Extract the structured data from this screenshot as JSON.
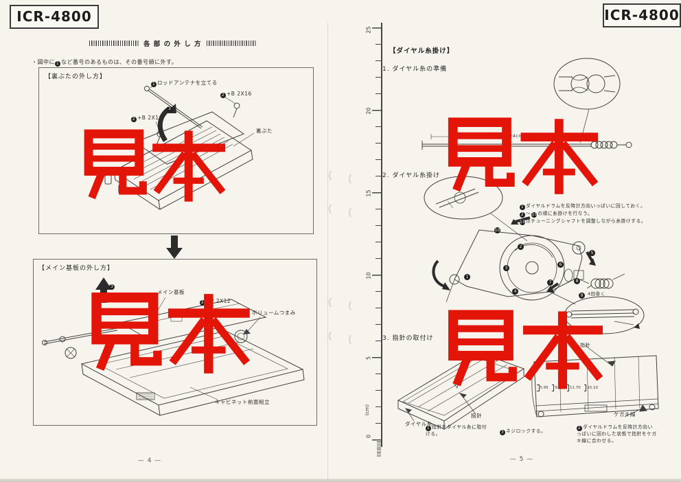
{
  "page4": {
    "model": "ICR-4800",
    "header": "各 部 の 外 し 方",
    "note": {
      "prefix": "・図中に",
      "num": "1",
      "suffix": "など番号のあるものは、その番号順に外す。"
    },
    "box_back": {
      "title": "【裏ぶたの外し方】",
      "antenna": {
        "num": "1",
        "text": "ロッドアンテナを立てる"
      },
      "screw_right": {
        "num": "2",
        "text": "+B 2X16"
      },
      "screw_left": {
        "num": "2",
        "text": "+B 2X16"
      },
      "step3": "3",
      "back_cover": "裏ぶた"
    },
    "box_main": {
      "title": "【メイン基板の外し方】",
      "step3": "3",
      "main_board": "メイン基板",
      "screw": {
        "num": "2",
        "text": "+P 2X12"
      },
      "volume_knob": "ボリュームつまみ",
      "cabinet_front": "キャビネット前面組立"
    },
    "page_number": "— 4 —",
    "watermark": "見本"
  },
  "page5": {
    "model": "ICR-4800",
    "section_title": "【ダイヤル糸掛け】",
    "step1": {
      "title": "1. ダイヤル糸の準備",
      "cord_length": "24cm"
    },
    "step2": {
      "title": "2. ダイヤル糸掛け",
      "notes": [
        {
          "num": "1",
          "text": "ダイヤルドラムを反時計方向いっぱいに回しておく。"
        },
        {
          "num": "2",
          "num2": "10",
          "text": "の順に糸掛けを行なう。"
        },
        {
          "num": "10",
          "text": "はチューニングシャフトを調整しながら糸掛けする。"
        }
      ],
      "coil_note": "4回巻く",
      "sequence": [
        "1",
        "2",
        "3",
        "4",
        "5",
        "6",
        "7",
        "8",
        "9",
        "10"
      ]
    },
    "step3": {
      "title": "3. 指針の取付け",
      "dial_cord": "ダイヤル糸",
      "pointer": "指針",
      "pointer2": "指針",
      "scribe_line": "ケガキ線",
      "freq_marks": [
        "5.95",
        "9.50",
        "11.70",
        "15.10"
      ],
      "notes": [
        {
          "num": "1",
          "text": "指針をダイヤル糸に取付ける。"
        },
        {
          "num": "3",
          "text": "ネジロックする。"
        },
        {
          "num": "2",
          "text": "ダイヤルドラムを反時計方向いっぱいに回わした状態で指針をケガキ線に合わせる。"
        }
      ]
    },
    "ruler": {
      "labels": [
        "25",
        "20",
        "15",
        "10",
        "5",
        "0"
      ],
      "unit": "(cm)"
    },
    "page_number": "— 5 —",
    "watermark": "見本"
  },
  "colors": {
    "watermark_red": "#e31408",
    "paper": "#f7f4ed",
    "ink": "#3f3f3f"
  }
}
